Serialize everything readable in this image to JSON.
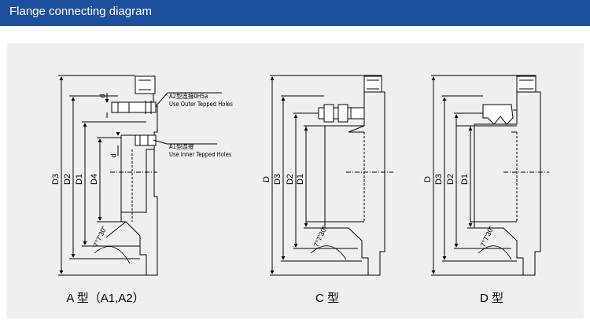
{
  "header": {
    "title": "Flange connecting diagram",
    "background_color": "#1e4f9c",
    "text_color": "#ffffff"
  },
  "panel": {
    "background_color": "#efefef"
  },
  "diagrams": {
    "a": {
      "caption": "A 型（A1,A2）",
      "dimensions": {
        "d3": "D3",
        "d2": "D2",
        "d1": "D1",
        "d4": "D4"
      },
      "small_d_1": "d",
      "small_d_2": "d",
      "angle": "7°7'30\"",
      "callouts": {
        "a2_code": "A2型连接0H5a",
        "a2_desc": "Use Outer Tepped Holes",
        "a1_code": "A1型连接",
        "a1_desc": "Use Inner Tepped Holes"
      }
    },
    "c": {
      "caption": "C 型",
      "dimensions": {
        "d": "D",
        "d3": "D3",
        "d2": "D2",
        "d1": "D1"
      },
      "angle": "7°7'30\""
    },
    "d": {
      "caption": "D 型",
      "dimensions": {
        "d": "D",
        "d3": "D3",
        "d2": "D2",
        "d1": "D1"
      },
      "angle": "7°7'30\""
    }
  }
}
